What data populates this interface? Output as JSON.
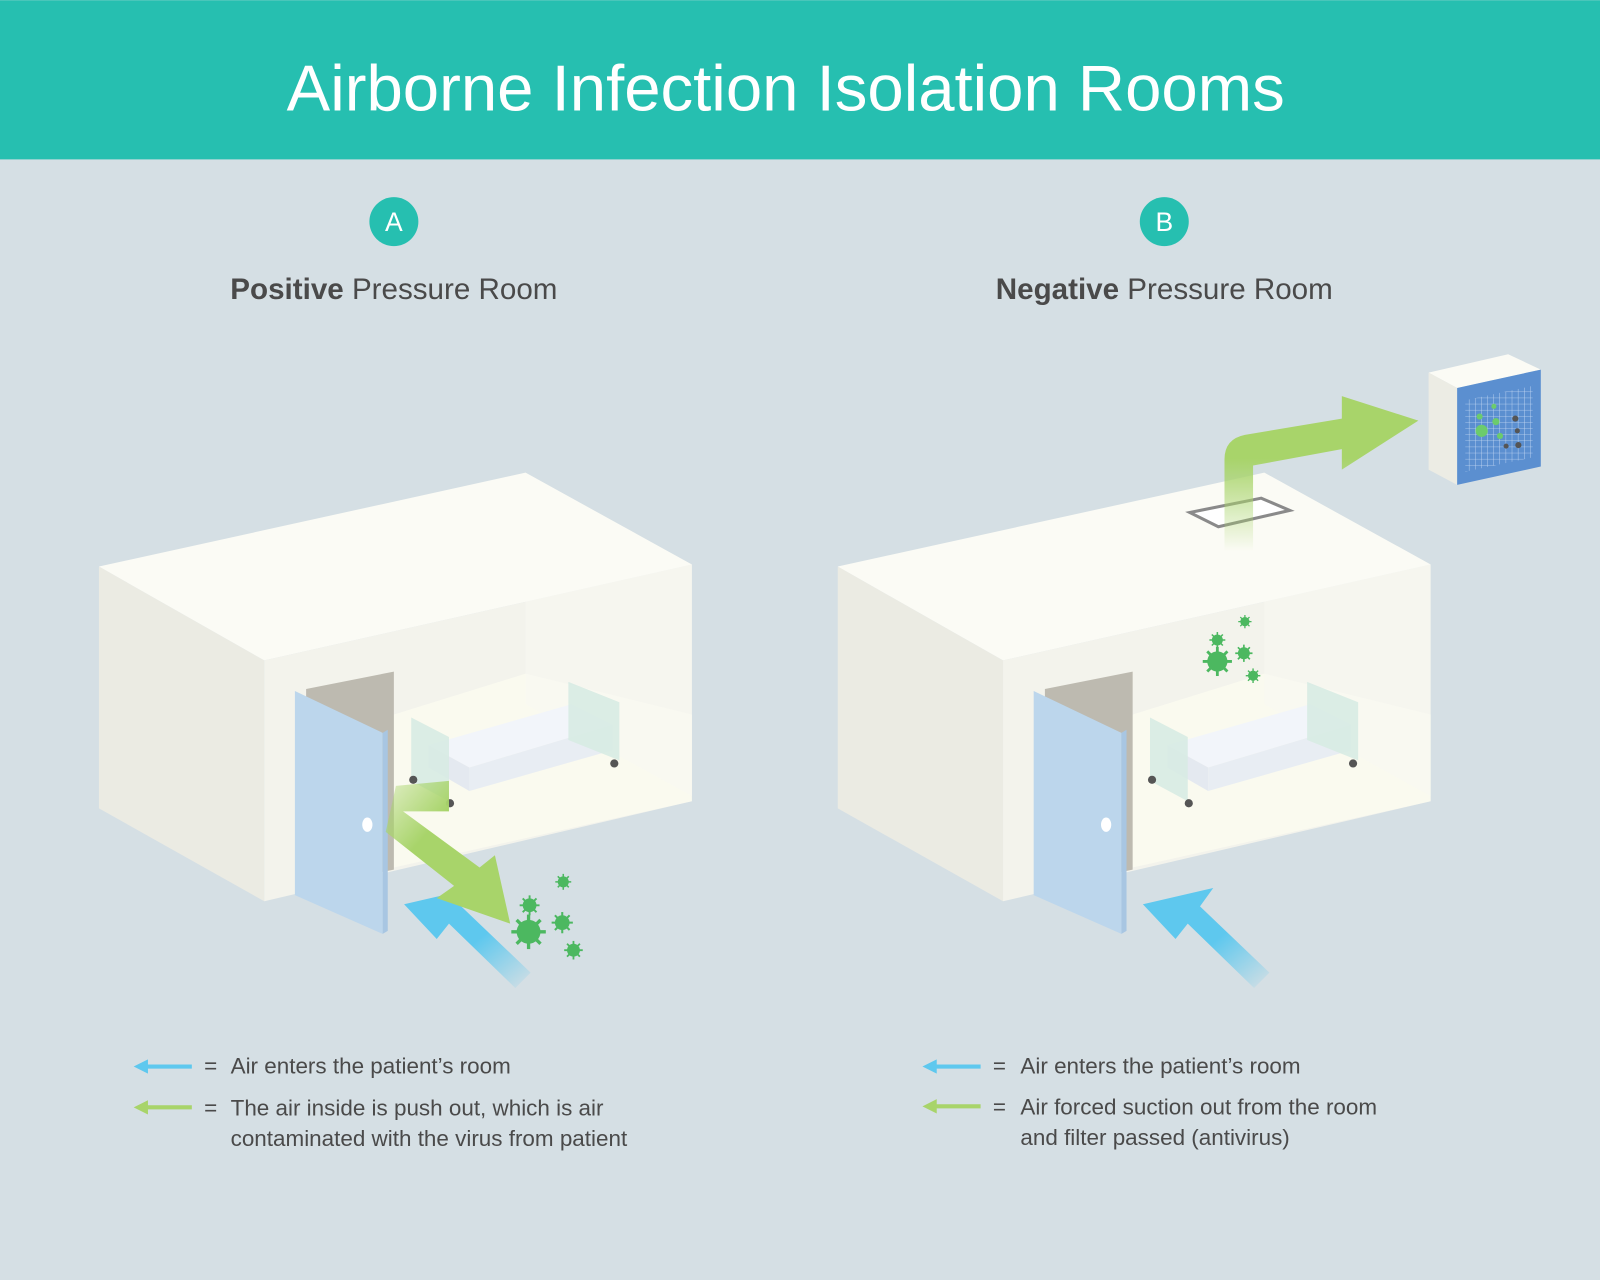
{
  "title": "Airborne Infection Isolation Rooms",
  "colors": {
    "header": "#26bfb0",
    "background": "#d5dfe4",
    "air_in": "#5ec8ee",
    "air_out": "#a8d46a",
    "virus": "#4cb860",
    "door": "#bcd6ec",
    "filter": "#5b8fd0"
  },
  "panels": [
    {
      "badge": "A",
      "title_bold": "Positive",
      "title_rest": " Pressure Room",
      "legend": [
        {
          "icon": "blue-arrow-icon",
          "eq": "=",
          "lines": [
            "Air enters the patient’s room"
          ]
        },
        {
          "icon": "green-arrow-icon",
          "eq": "=",
          "lines": [
            "The air inside is push out, which is air",
            "contaminated with the virus from patient"
          ]
        }
      ]
    },
    {
      "badge": "B",
      "title_bold": "Negative",
      "title_rest": " Pressure Room",
      "legend": [
        {
          "icon": "blue-arrow-icon",
          "eq": "=",
          "lines": [
            "Air enters the patient’s room"
          ]
        },
        {
          "icon": "green-arrow-icon",
          "eq": "=",
          "lines": [
            "Air forced suction out  from the room",
            "and filter passed (antivirus)"
          ]
        }
      ]
    }
  ]
}
